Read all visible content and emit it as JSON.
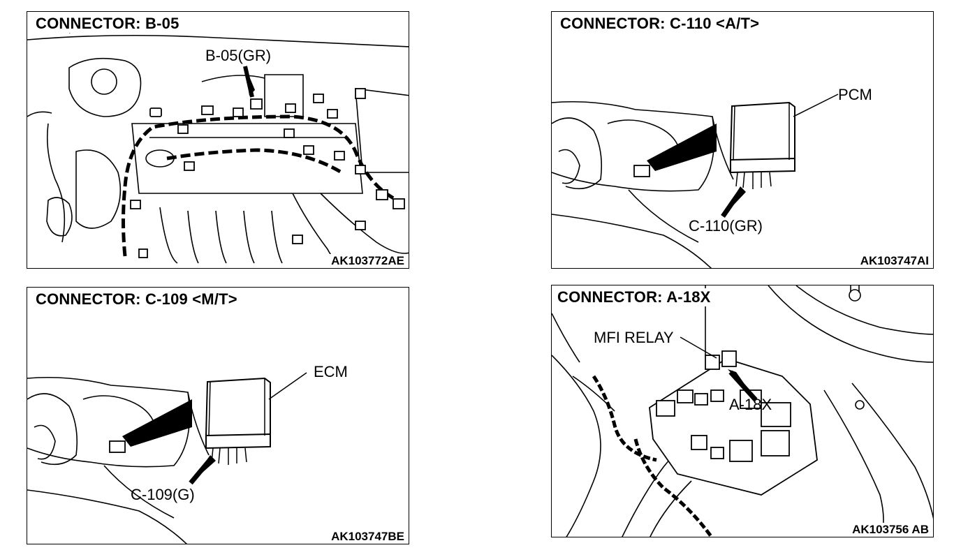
{
  "panels": {
    "b05": {
      "title": "CONNECTOR: B-05",
      "callout": "B-05(GR)",
      "figure_code": "AK103772AE"
    },
    "c110": {
      "title": "CONNECTOR: C-110 <A/T>",
      "unit_label": "PCM",
      "callout": "C-110(GR)",
      "figure_code": "AK103747AI"
    },
    "c109": {
      "title": "CONNECTOR: C-109 <M/T>",
      "unit_label": "ECM",
      "callout": "C-109(G)",
      "figure_code": "AK103747BE"
    },
    "a18x": {
      "title": "CONNECTOR: A-18X",
      "relay_label": "MFI RELAY",
      "callout": "A-18X",
      "figure_code": "AK103756 AB"
    }
  }
}
